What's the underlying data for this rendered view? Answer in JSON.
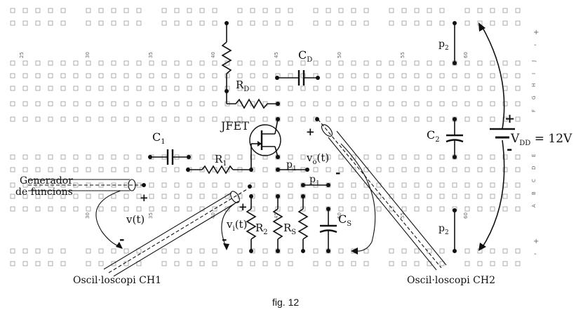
{
  "figure": {
    "caption": "fig. 12"
  },
  "board": {
    "column_numbers_top": [
      "25",
      "30",
      "35",
      "40",
      "45",
      "50",
      "55",
      "60"
    ],
    "column_numbers_bottom": [
      "30",
      "35",
      "40",
      "45",
      "50",
      "55",
      "60"
    ],
    "row_letters_upper": [
      "J",
      "I",
      "H",
      "G",
      "F"
    ],
    "row_letters_lower": [
      "E",
      "D",
      "C",
      "B",
      "A"
    ],
    "rail_signs": [
      "+",
      "-",
      "+",
      "-"
    ]
  },
  "components": {
    "rd": "R",
    "rd_sub": "D",
    "cd": "C",
    "cd_sub": "D",
    "jfet": "JFET",
    "c1": "C",
    "c1_sub": "1",
    "r1": "R",
    "r1_sub": "1",
    "r2": "R",
    "r2_sub": "2",
    "rs": "R",
    "rs_sub": "S",
    "cs": "C",
    "cs_sub": "S",
    "c2": "C",
    "c2_sub": "2",
    "p1": "p",
    "p1_sub": "1",
    "p2": "p",
    "p2_sub": "2",
    "vdd": "V",
    "vdd_sub": "DD",
    "vdd_value": " = 12V"
  },
  "signals": {
    "generator_line1": "Generador",
    "generator_line2": "de funcions",
    "vt": "v(t)",
    "vi": "v",
    "vi_sub": "i",
    "vi_tail": "(t)",
    "vo": "v",
    "vo_sub": "o",
    "vo_tail": "(t)",
    "plus": "+",
    "minus": "-"
  },
  "instruments": {
    "ch1": "Oscil·loscopi CH1",
    "ch2": "Oscil·loscopi CH2"
  }
}
